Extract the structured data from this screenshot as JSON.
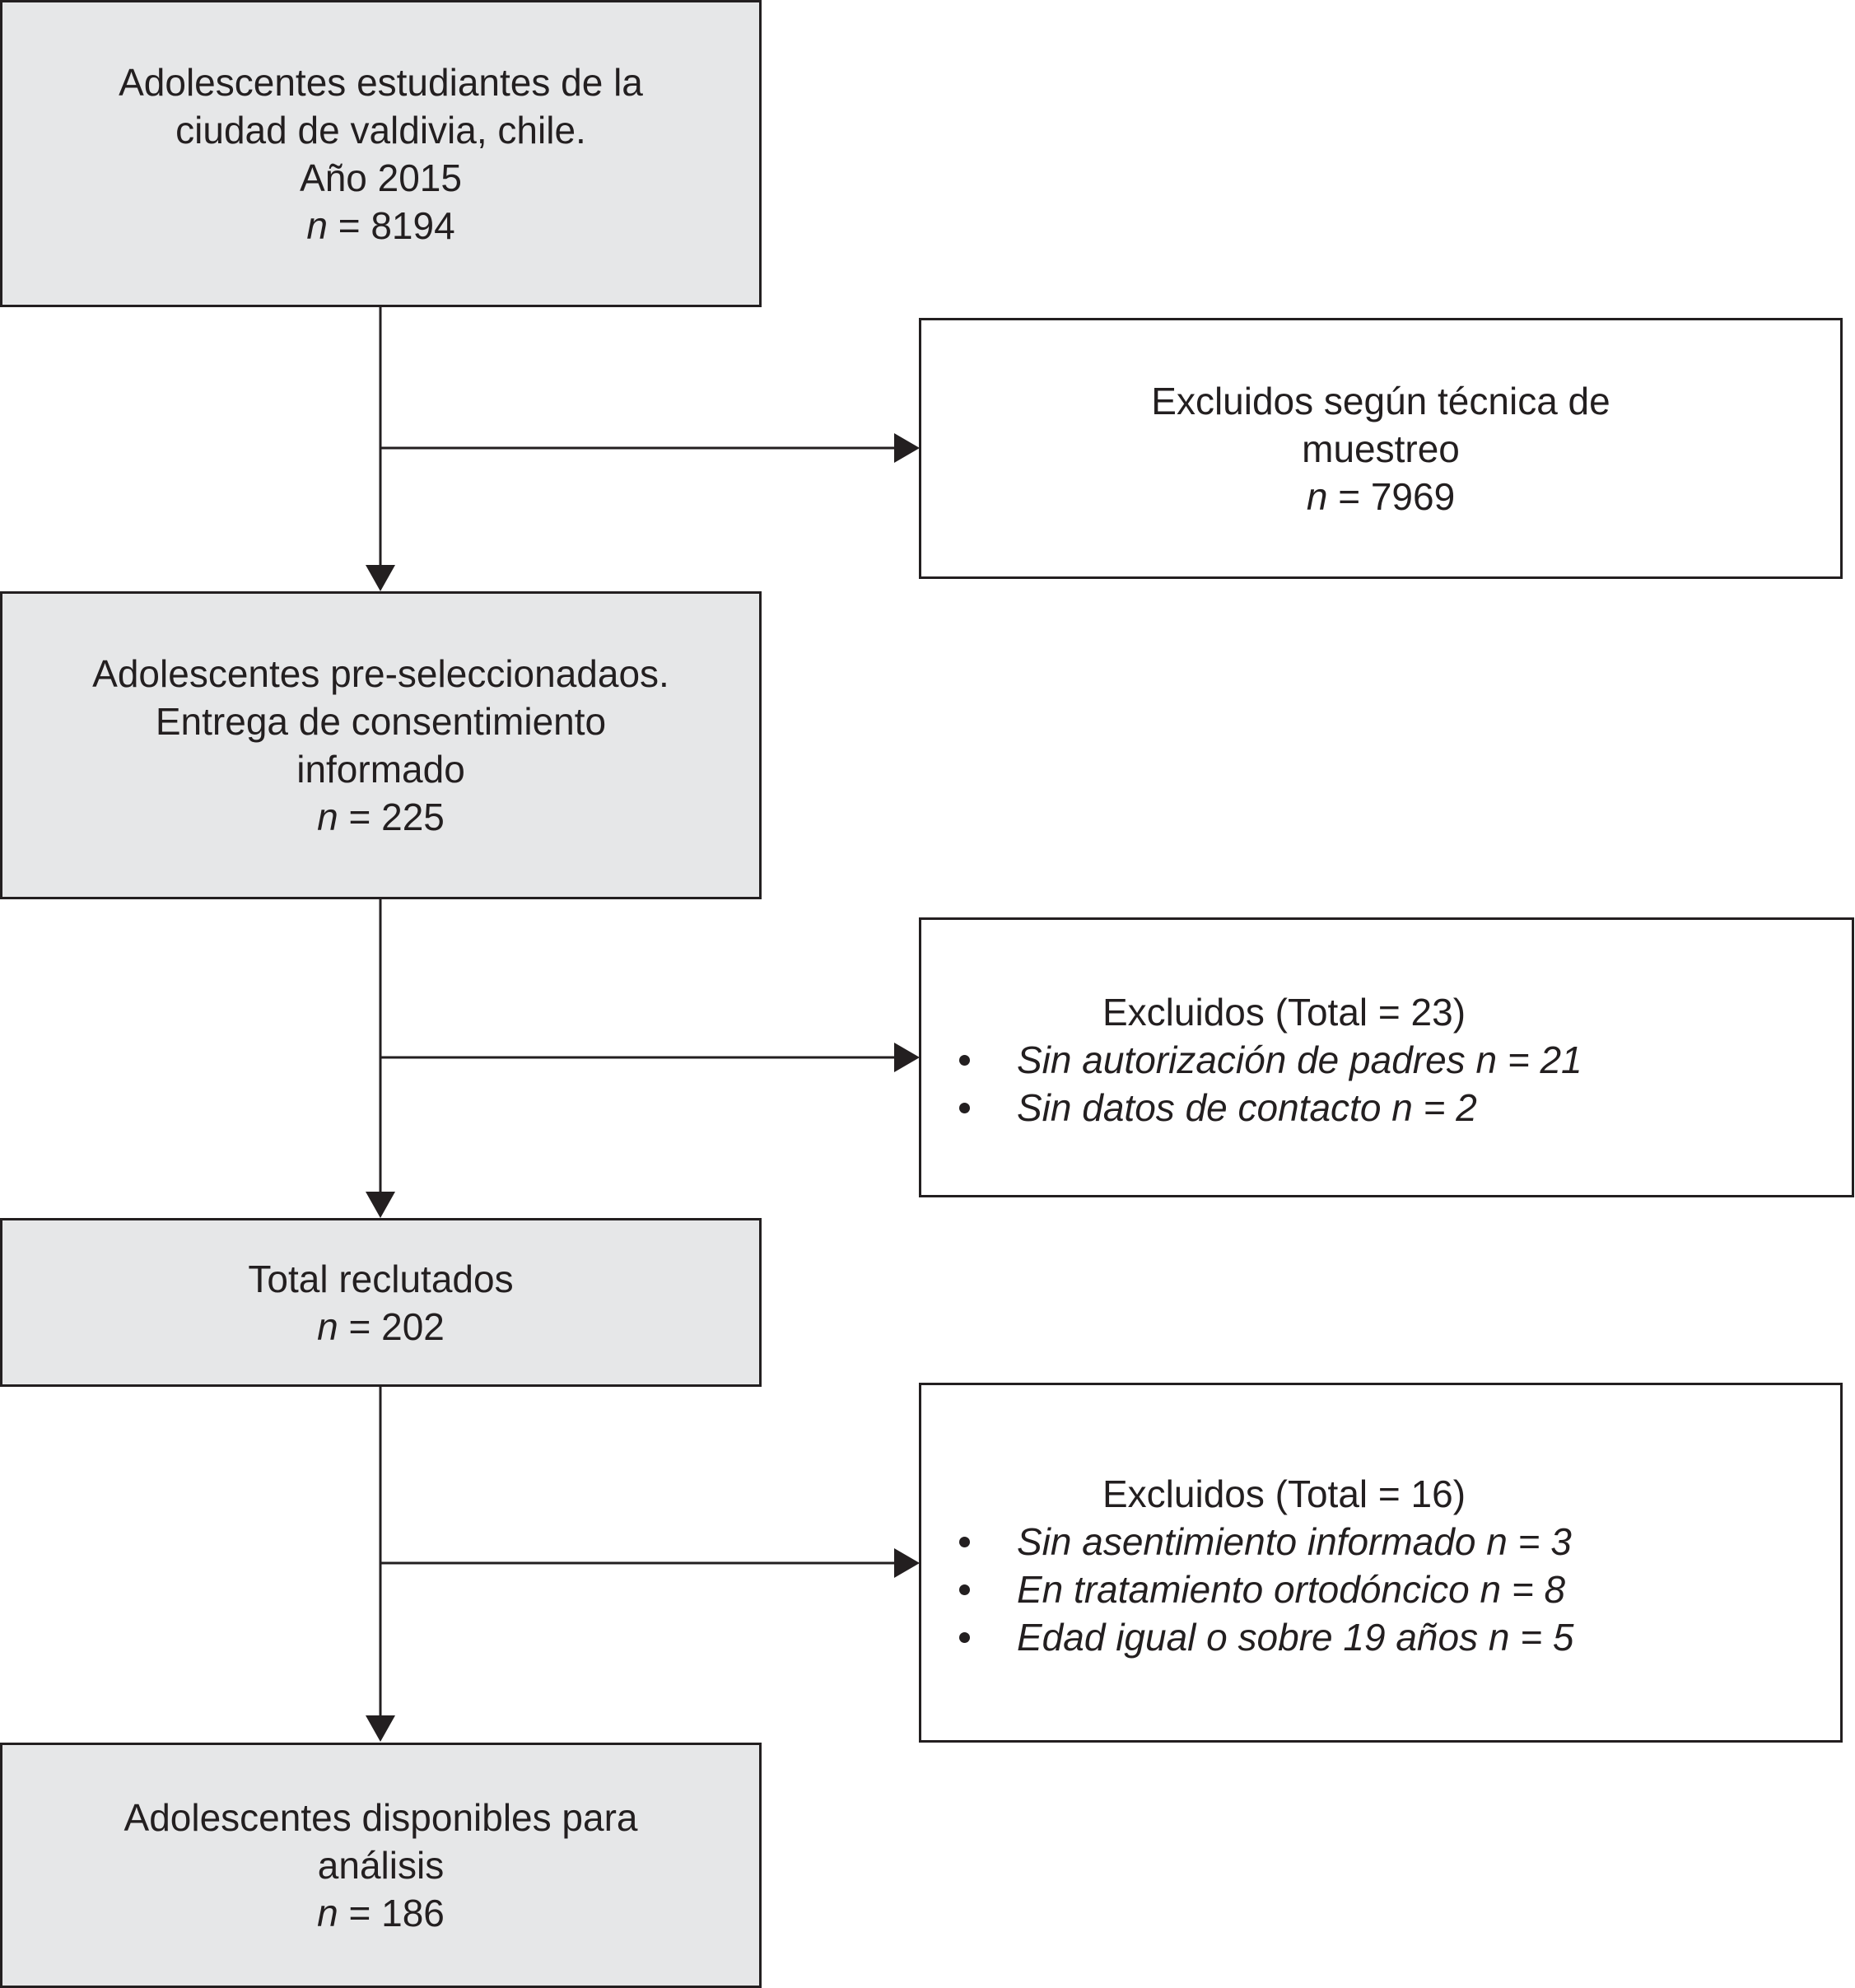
{
  "flowchart": {
    "boxes": [
      {
        "id": "study-population",
        "lines": [
          "Adolescentes estudiantes de la",
          "ciudad de valdivia, chile.",
          "Año 2015"
        ],
        "n_label": "n",
        "n_value": "= 8194"
      },
      {
        "id": "preselected",
        "lines": [
          "Adolescentes pre-seleccionadaos.",
          "Entrega de consentimiento",
          "informado"
        ],
        "n_label": "n",
        "n_value": "= 225"
      },
      {
        "id": "recruited",
        "lines": [
          "Total reclutados"
        ],
        "n_label": "n",
        "n_value": "= 202"
      },
      {
        "id": "available",
        "lines": [
          "Adolescentes disponibles para",
          "análisis"
        ],
        "n_label": "n",
        "n_value": "= 186"
      }
    ],
    "exclusions": [
      {
        "id": "excluded-sampling",
        "lines": [
          "Excluidos según técnica de",
          "muestreo"
        ],
        "n_label": "n",
        "n_value": "= 7969"
      },
      {
        "id": "excluded-consent",
        "heading": "Excluidos (Total = 23)",
        "items": [
          "Sin autorización de padres n = 21",
          "Sin datos de contacto n = 2"
        ]
      },
      {
        "id": "excluded-criteria",
        "heading": "Excluidos (Total = 16)",
        "items": [
          "Sin asentimiento informado n = 3",
          "En tratamiento ortodóncico n = 8",
          "Edad igual o sobre 19 años n = 5"
        ]
      }
    ]
  },
  "colors": {
    "main_box_fill": "#e6e7e8",
    "stroke": "#231f20",
    "side_box_fill": "#ffffff"
  }
}
